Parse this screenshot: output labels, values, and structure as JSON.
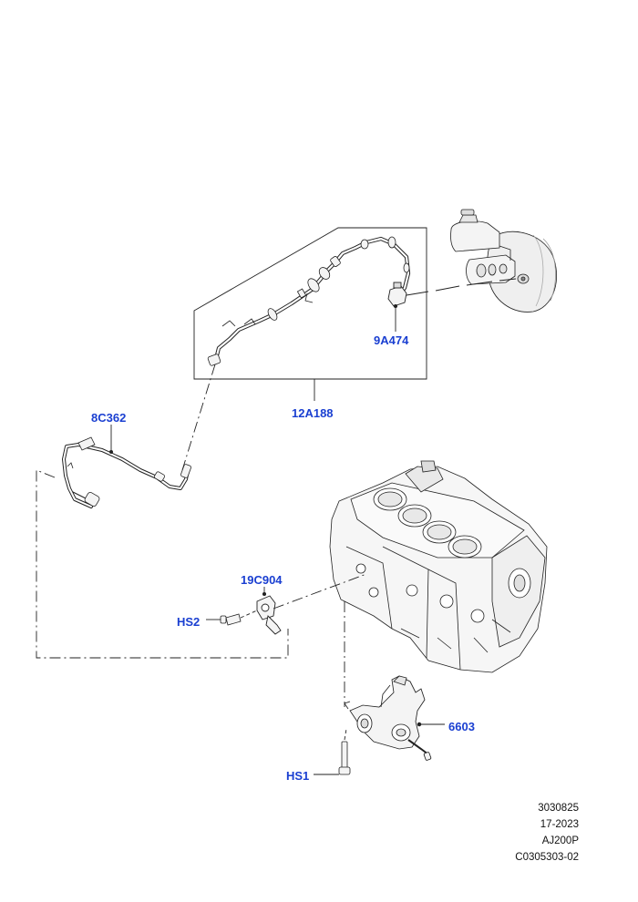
{
  "colors": {
    "callout": "#1a3fd1",
    "line": "#222222",
    "part_fill": "#f4f4f4",
    "part_shade": "#c8c8c8"
  },
  "callouts": {
    "p9a474": "9A474",
    "p12a188": "12A188",
    "p8c362": "8C362",
    "p19c904": "19C904",
    "hs2": "HS2",
    "p6603": "6603",
    "hs1": "HS1"
  },
  "footer": {
    "line1": "3030825",
    "line2": "17-2023",
    "line3": "AJ200P",
    "line4": "C0305303-02"
  }
}
